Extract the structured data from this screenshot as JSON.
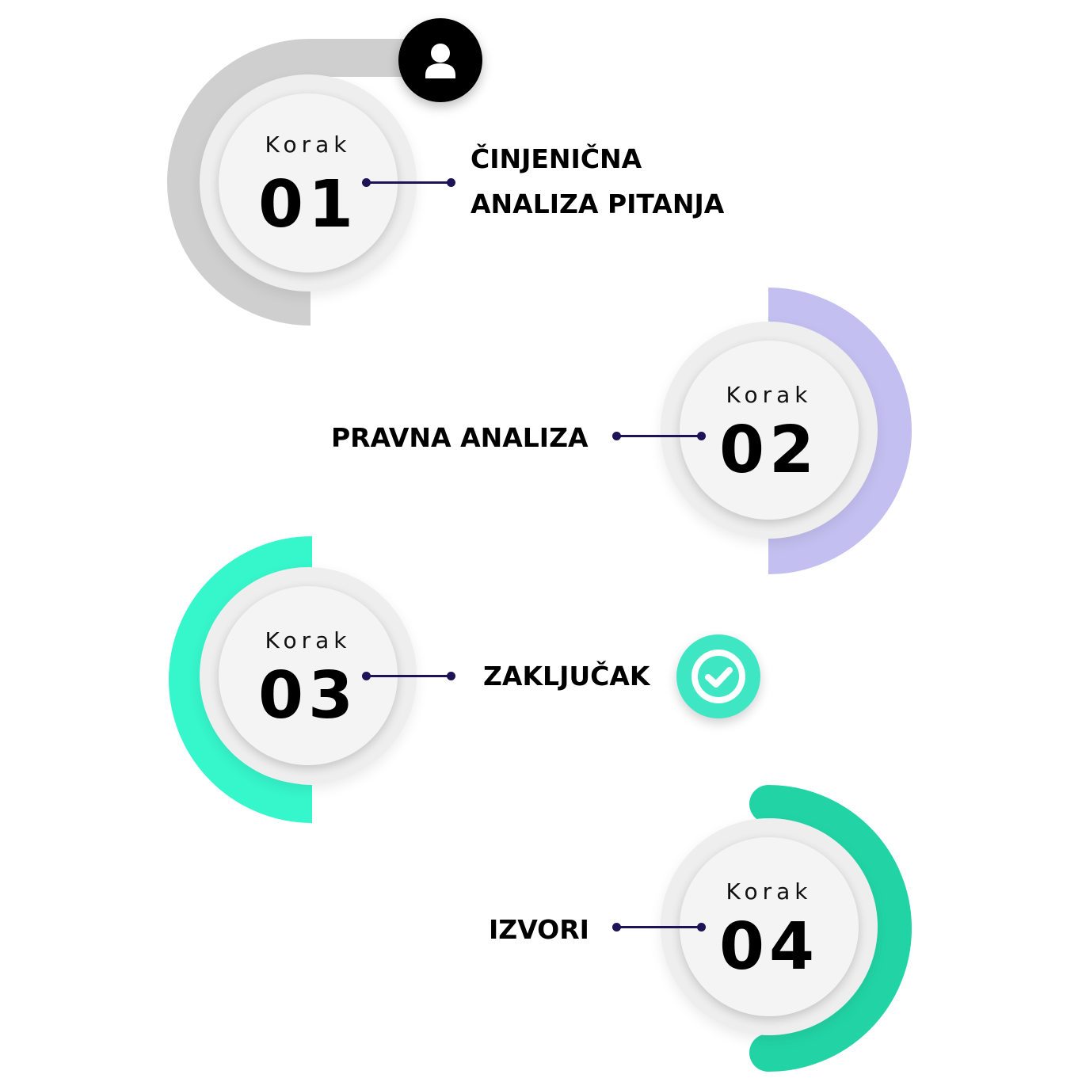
{
  "colors": {
    "path_gray": "#cfcfcf",
    "path_lavender": "#c3bff0",
    "path_mint": "#36f6cc",
    "path_green": "#22d4a5",
    "connector": "#1f1357",
    "circle_face": "#f4f4f4",
    "check_badge": "#3ee6c4"
  },
  "icons": {
    "top": "user-icon",
    "conclusion": "check-circle-icon"
  },
  "steps": [
    {
      "word": "Korak",
      "number": "01",
      "label_lines": [
        "ČINJENIČNA",
        "ANALIZA PITANJA"
      ]
    },
    {
      "word": "Korak",
      "number": "02",
      "label_lines": [
        "PRAVNA ANALIZA"
      ]
    },
    {
      "word": "Korak",
      "number": "03",
      "label_lines": [
        "ZAKLJUČAK"
      ]
    },
    {
      "word": "Korak",
      "number": "04",
      "label_lines": [
        "IZVORI"
      ]
    }
  ]
}
